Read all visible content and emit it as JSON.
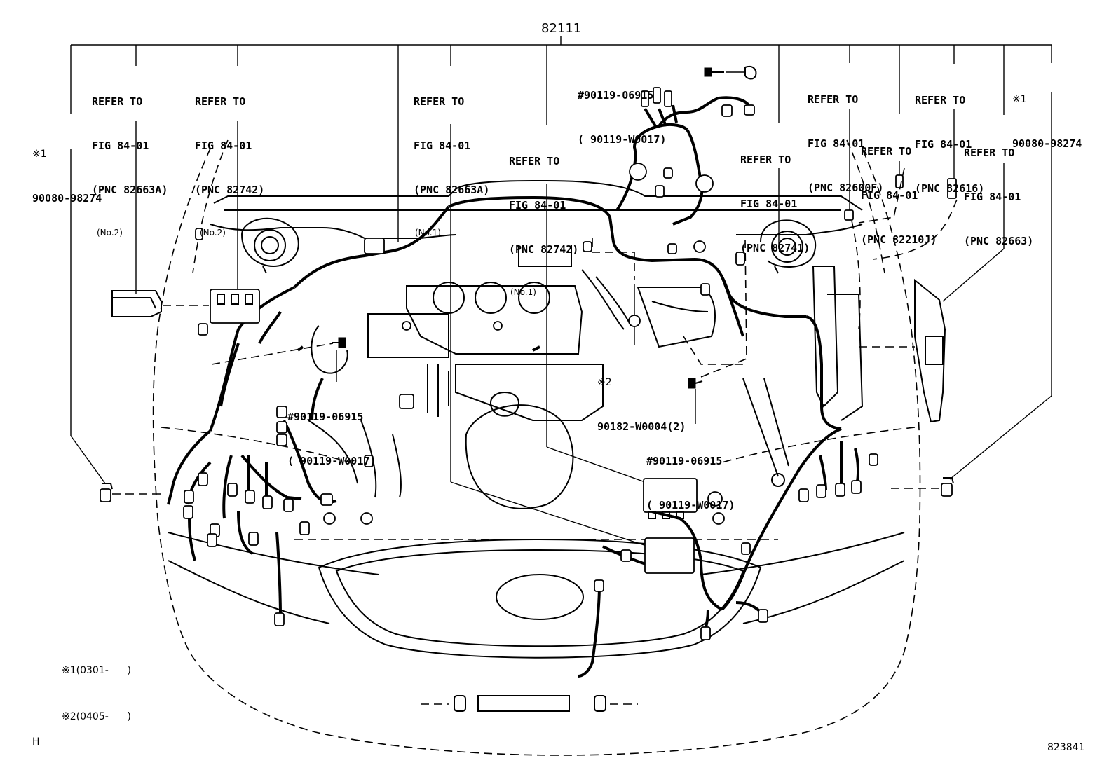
{
  "diagram": {
    "main_part": "82111",
    "refs": [
      {
        "lines": [
          "REFER TO",
          "FIG 84-01",
          "(PNC 82663A)"
        ],
        "sub": "(No.2)"
      },
      {
        "lines": [
          "REFER TO",
          "FIG 84-01",
          "(PNC 82742)"
        ],
        "sub": "(No.2)"
      },
      {
        "lines": [
          "REFER TO",
          "FIG 84-01",
          "(PNC 82663A)"
        ],
        "sub": "(No.1)"
      },
      {
        "lines": [
          "REFER TO",
          "FIG 84-01",
          "(PNC 82742)"
        ],
        "sub": "(No.1)"
      },
      {
        "lines": [
          "REFER TO",
          "FIG 84-01",
          "(PNC 82741)"
        ],
        "sub": ""
      },
      {
        "lines": [
          "REFER TO",
          "FIG 84-01",
          "(PNC 82600F)"
        ],
        "sub": ""
      },
      {
        "lines": [
          "REFER TO",
          "FIG 84-01",
          "(PNC 82210J)"
        ],
        "sub": ""
      },
      {
        "lines": [
          "REFER TO",
          "FIG 84-01",
          "(PNC 82616)"
        ],
        "sub": ""
      },
      {
        "lines": [
          "REFER TO",
          "FIG 84-01",
          "(PNC 82663)"
        ],
        "sub": ""
      }
    ],
    "bolt_top": {
      "line1": "#90119-06915",
      "line2": "( 90119-W0017)"
    },
    "bolt_left": {
      "line1": "#90119-06915",
      "line2": "( 90119-W0017)"
    },
    "bolt_right": {
      "line1": "#90119-06915",
      "line2": "( 90119-W0017)"
    },
    "clip_center": {
      "mark": "※2",
      "part": "90182-W0004(2)"
    },
    "clip_left": {
      "mark": "※1",
      "part": "90080-98274"
    },
    "clip_right": {
      "mark": "※1",
      "part": "90080-98274"
    },
    "notes": [
      "※1(0301-      )",
      "※2(0405-      )"
    ],
    "corner_left": "H",
    "corner_right": "823841"
  }
}
